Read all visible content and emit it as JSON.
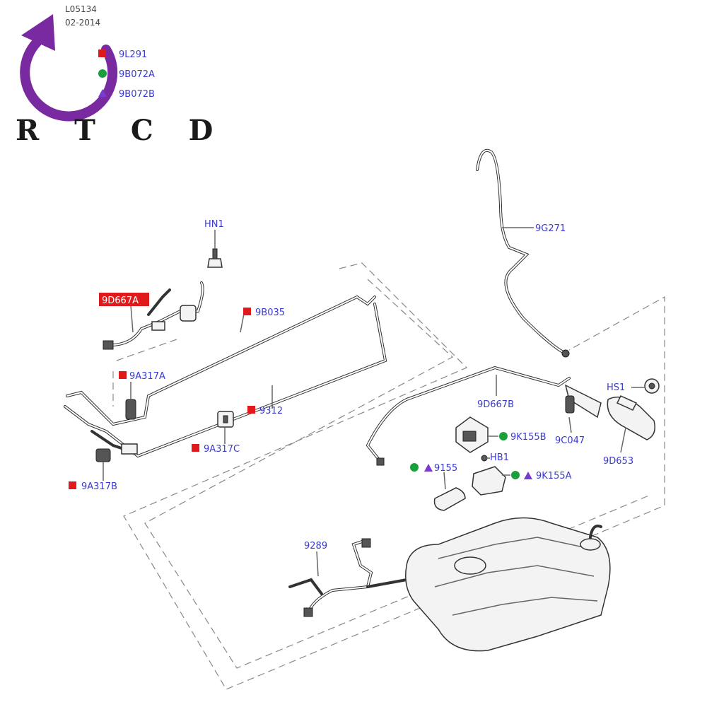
{
  "header": {
    "ref_code": "L05134",
    "ref_date": "02-2014"
  },
  "logo": {
    "text": "R T C D",
    "color": "#7a2aa0"
  },
  "legend": [
    {
      "marker": "square",
      "color": "#e01a1a",
      "label": "9L291"
    },
    {
      "marker": "circle",
      "color": "#1aa03a",
      "label": "9B072A"
    },
    {
      "marker": "triangle",
      "color": "#7a3ad0",
      "label": "9B072B"
    }
  ],
  "colors": {
    "label": "#3a3ad0",
    "square": "#e01a1a",
    "circle": "#1aa03a",
    "triangle": "#7a3ad0",
    "highlight": "#e01a1a"
  },
  "parts": {
    "hn1": "HN1",
    "p9d667a": "9D667A",
    "p9b035": "9B035",
    "p9a317a": "9A317A",
    "p9312": "9312",
    "p9a317c": "9A317C",
    "p9a317b": "9A317B",
    "p9g271": "9G271",
    "hs1": "HS1",
    "p9d667b": "9D667B",
    "p9k155b": "9K155B",
    "p9c047": "9C047",
    "hb1": "HB1",
    "p9d653": "9D653",
    "p9155": "9155",
    "p9k155a": "9K155A",
    "p9289": "9289"
  }
}
